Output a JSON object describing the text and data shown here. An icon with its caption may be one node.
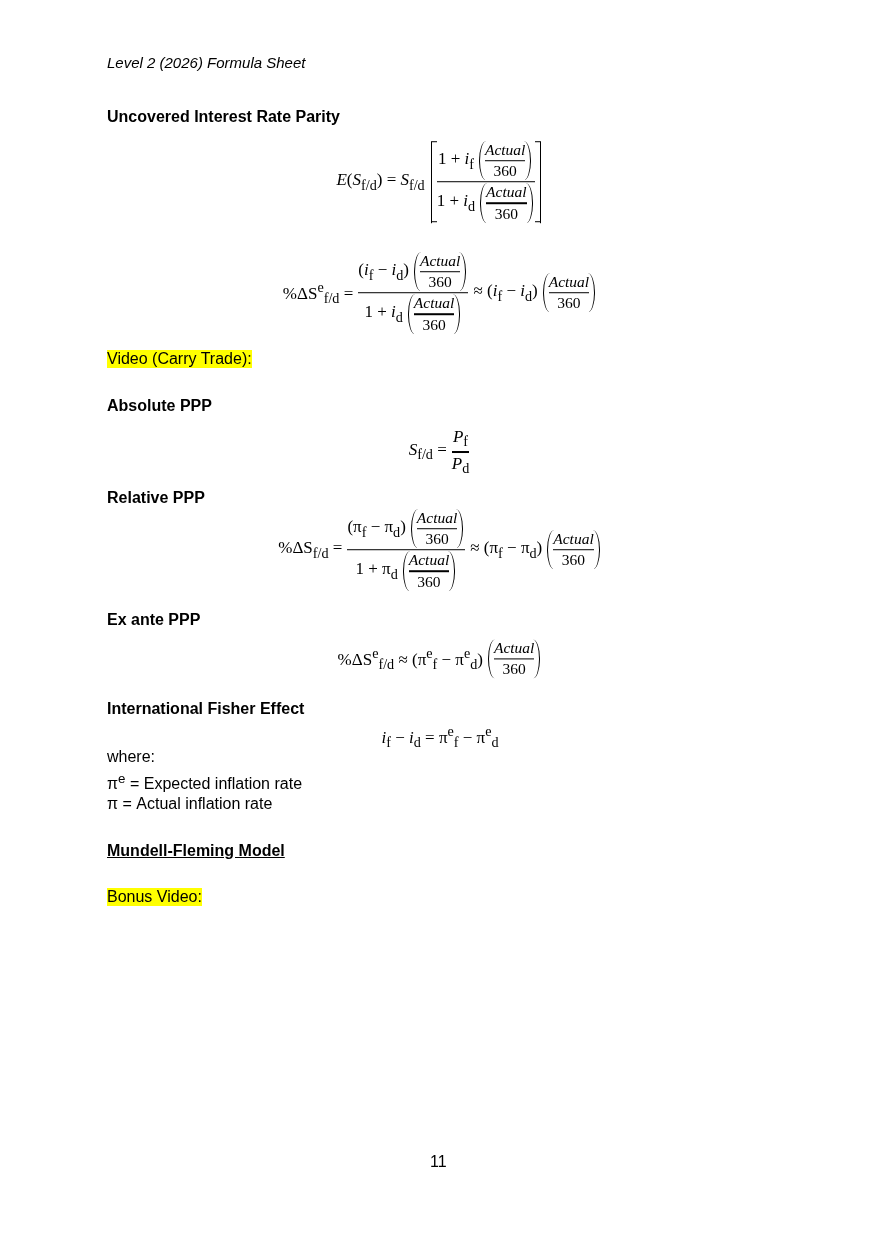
{
  "diagram": {
    "labels": [
      "Level 2 (2026) Formula Sheet",
      "Uncovered Interest Rate Parity",
      "*E*(*S*$_{f/d}$) = *S*$_{f/d}$",
      "1 + *i*$_{f}$",
      "*Actual*",
      "360",
      "1 + *i*$_{d}$",
      "*Actual*",
      "360",
      "%ΔS$^{e}$$_{f/d}$ =",
      "(*i*$_{f}$ − *i*$_{d}$)",
      "*Actual*",
      "360",
      "1 + *i*$_{d}$",
      "*Actual*",
      "360",
      "≈ (*i*$_{f}$ − *i*$_{d}$)",
      "*Actual*",
      "360",
      "Video (Carry Trade):",
      "Absolute PPP",
      "*S*$_{f/d}$ =",
      "*P*$_{f}$",
      "*P*$_{d}$",
      "Relative PPP",
      "%ΔS$_{f/d}$ =",
      "(π$_{f}$ − π$_{d}$)",
      "*Actual*",
      "360",
      "1 + π$_{d}$",
      "*Actual*",
      "360",
      "≈ (π$_{f}$ − π$_{d}$)",
      "*Actual*",
      "360",
      "Ex ante PPP",
      "%ΔS$^{e}$$_{f/d}$ ≈ (π$^{e}$$_{f}$ − π$^{e}$$_{d}$)",
      "*Actual*",
      "360",
      "International Fisher Effect",
      "*i*$_{f}$ − *i*$_{d}$ = π$^{e}$$_{f}$ − π$^{e}$$_{d}$",
      "where:",
      "π$^{e}$ = Expected inflation rate",
      "π = Actual inflation rate",
      "Mundell-Fleming Model",
      "Bonus Video:",
      "11"
    ]
  }
}
